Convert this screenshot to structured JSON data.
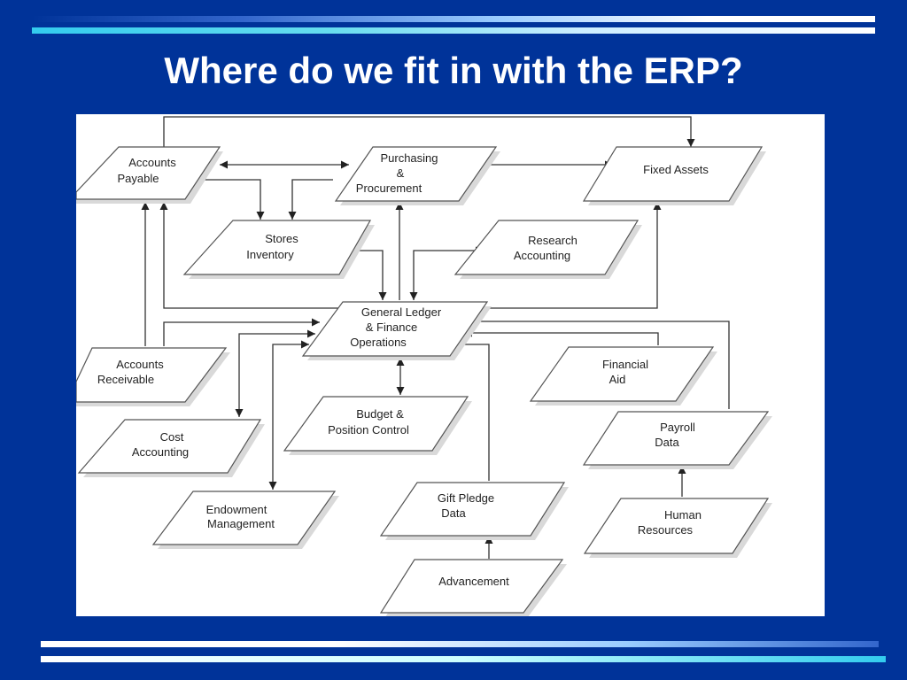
{
  "title": "Where do we fit in with the ERP?",
  "nodes": {
    "accounts_payable": [
      "Accounts",
      "Payable"
    ],
    "purchasing": [
      "Purchasing",
      "&",
      "Procurement"
    ],
    "fixed_assets": [
      "Fixed Assets"
    ],
    "stores_inventory": [
      "Stores",
      "Inventory"
    ],
    "research_accounting": [
      "Research",
      "Accounting"
    ],
    "general_ledger": [
      "General Ledger",
      "& Finance",
      "Operations"
    ],
    "accounts_receivable": [
      "Accounts",
      "Receivable"
    ],
    "financial_aid": [
      "Financial",
      "Aid"
    ],
    "budget": [
      "Budget &",
      "Position Control"
    ],
    "cost_accounting": [
      "Cost",
      "Accounting"
    ],
    "payroll": [
      "Payroll",
      "Data"
    ],
    "gift_pledge": [
      "Gift Pledge",
      "Data"
    ],
    "endowment": [
      "Endowment",
      "Management"
    ],
    "human_resources": [
      "Human",
      "Resources"
    ],
    "advancement": [
      "Advancement"
    ]
  },
  "colors": {
    "background": "#003399",
    "title": "#ffffff",
    "panel": "#ffffff",
    "box_border": "#555555",
    "arrow": "#333333"
  }
}
